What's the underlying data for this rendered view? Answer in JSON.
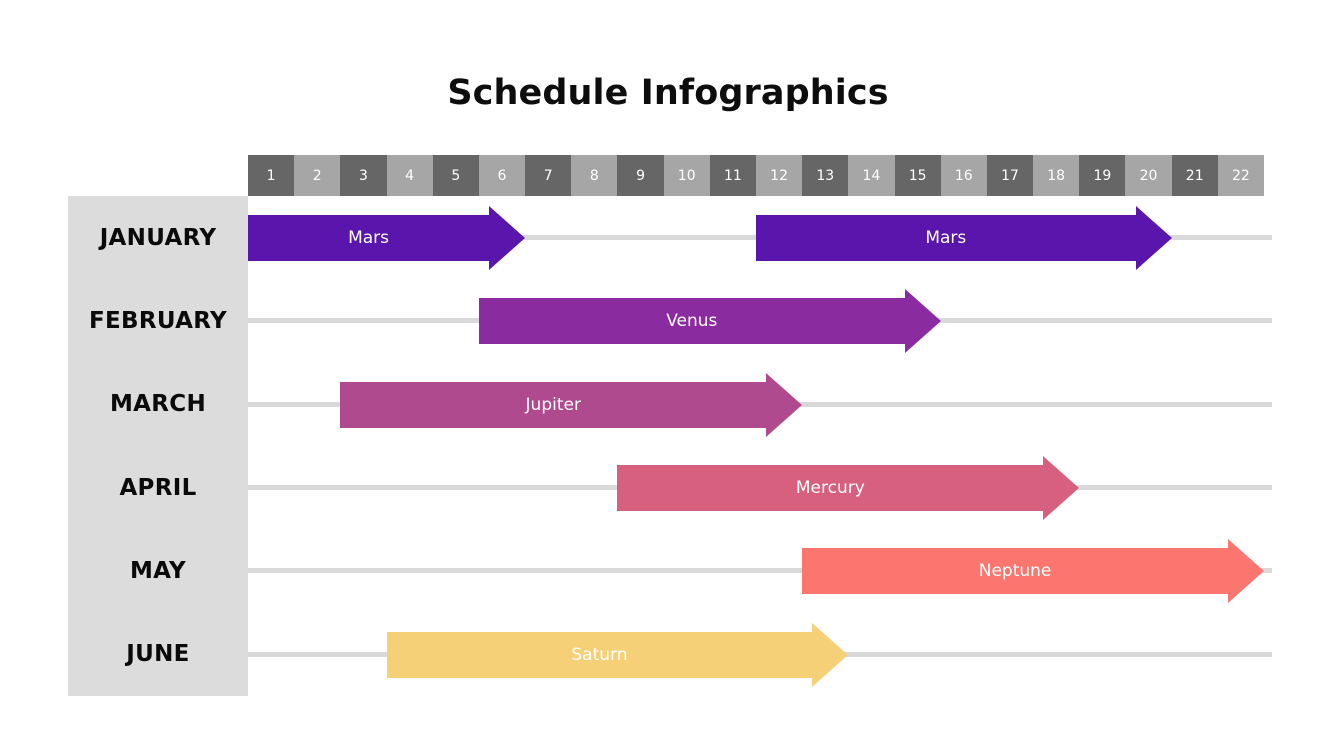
{
  "title": "Schedule Infographics",
  "colors": {
    "sidebar_bg": "#dcdcdc",
    "header_dark": "#666666",
    "header_light": "#a6a6a6",
    "track_line": "#d9d9d9",
    "background": "#ffffff",
    "title_text": "#0d0d0d"
  },
  "day_header": {
    "labels": [
      "1",
      "2",
      "3",
      "4",
      "5",
      "6",
      "7",
      "8",
      "9",
      "10",
      "11",
      "12",
      "13",
      "14",
      "15",
      "16",
      "17",
      "18",
      "19",
      "20",
      "21",
      "22"
    ]
  },
  "months": [
    {
      "label": "JANUARY"
    },
    {
      "label": "FEBRUARY"
    },
    {
      "label": "MARCH"
    },
    {
      "label": "APRIL"
    },
    {
      "label": "MAY"
    },
    {
      "label": "JUNE"
    }
  ],
  "chart_data": {
    "type": "bar",
    "title": "Schedule Infographics",
    "xlabel": "",
    "ylabel": "",
    "x_tick_labels": [
      "1",
      "2",
      "3",
      "4",
      "5",
      "6",
      "7",
      "8",
      "9",
      "10",
      "11",
      "12",
      "13",
      "14",
      "15",
      "16",
      "17",
      "18",
      "19",
      "20",
      "21",
      "22"
    ],
    "categories": [
      "JANUARY",
      "FEBRUARY",
      "MARCH",
      "APRIL",
      "MAY",
      "JUNE"
    ],
    "xlim": [
      1,
      23
    ],
    "grid": false,
    "legend": "none",
    "orientation": "horizontal-gantt",
    "tasks": [
      {
        "row": "JANUARY",
        "name": "Mars",
        "start_day": 1,
        "end_day": 7,
        "color": "#5A16AC"
      },
      {
        "row": "JANUARY",
        "name": "Mars",
        "start_day": 12,
        "end_day": 21,
        "color": "#5A16AC"
      },
      {
        "row": "FEBRUARY",
        "name": "Venus",
        "start_day": 6,
        "end_day": 16,
        "color": "#8A2BA0"
      },
      {
        "row": "MARCH",
        "name": "Jupiter",
        "start_day": 3,
        "end_day": 13,
        "color": "#B04A8E"
      },
      {
        "row": "APRIL",
        "name": "Mercury",
        "start_day": 9,
        "end_day": 19,
        "color": "#D8607F"
      },
      {
        "row": "MAY",
        "name": "Neptune",
        "start_day": 13,
        "end_day": 23,
        "color": "#FC7670"
      },
      {
        "row": "JUNE",
        "name": "Saturn",
        "start_day": 4,
        "end_day": 14,
        "color": "#F6D076"
      }
    ]
  }
}
